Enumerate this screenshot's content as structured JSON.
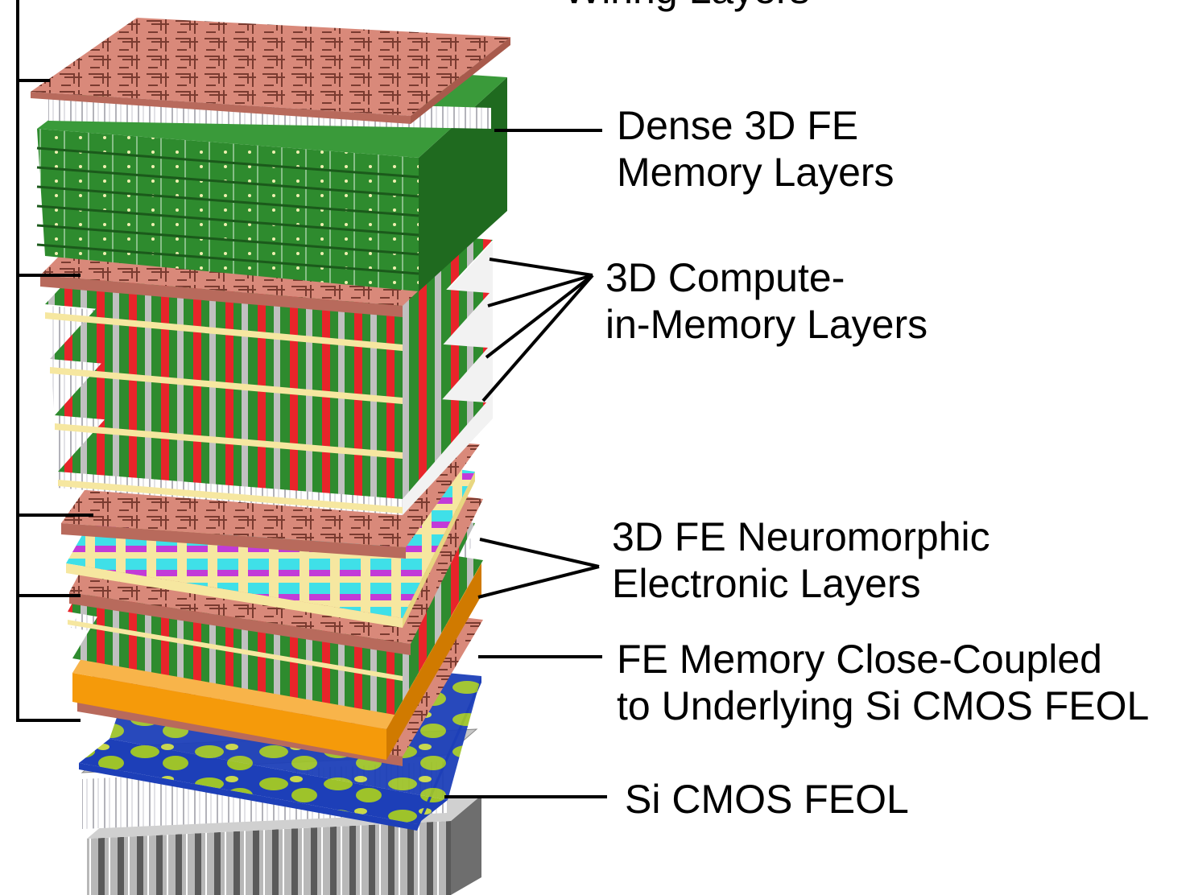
{
  "labels": {
    "wiring": {
      "line1": "Wiring Layers"
    },
    "dense_memory": {
      "line1": "Dense 3D FE",
      "line2": "Memory Layers"
    },
    "compute_in_memory": {
      "line1": "3D Compute-",
      "line2": "in-Memory Layers"
    },
    "neuromorphic": {
      "line1": "3D FE Neuromorphic",
      "line2": "Electronic Layers"
    },
    "close_coupled": {
      "line1": "FE Memory Close-Coupled",
      "line2": "to Underlying Si CMOS FEOL"
    },
    "cmos": {
      "line1": "Si CMOS FEOL"
    }
  },
  "colors": {
    "wiring_copper": "#d9897a",
    "memory_green": "#2e8b2e",
    "compute_red": "#e8242a",
    "insulator_yellow": "#f6e7a0",
    "neuro_cyan": "#3fe0e8",
    "neuro_magenta": "#c23bd8",
    "coupling_orange": "#f59a0a",
    "ferro_blue": "#1d3fb8",
    "ferro_yellowgreen": "#9ec32a",
    "cmos_gray": "#9a9a9a",
    "leader_line": "#000000"
  }
}
